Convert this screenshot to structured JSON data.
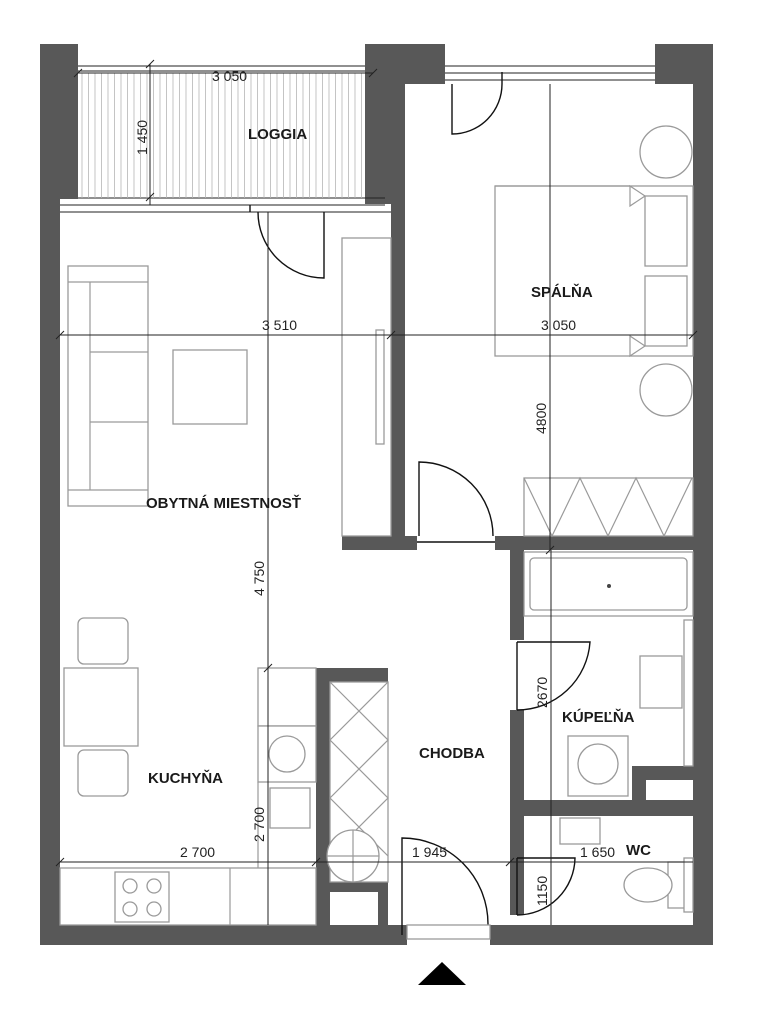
{
  "rooms": {
    "loggia": "LOGGIA",
    "bedroom": "SPÁLŇA",
    "living": "OBYTNÁ MIESTNOSŤ",
    "kitchen": "KUCHYŇA",
    "hallway": "CHODBA",
    "bathroom": "KÚPEĽŇA",
    "wc": "WC"
  },
  "dimensions": {
    "loggia_width": "3 050",
    "loggia_depth": "1 450",
    "living_width": "3 510",
    "bedroom_width": "3 050",
    "bedroom_length": "4800",
    "living_length": "4 750",
    "kitchen_width": "2 700",
    "kitchen_length": "2 700",
    "hall_width": "1 945",
    "bath_length": "2670",
    "wc_width": "1 650",
    "wc_length": "1150"
  },
  "colors": {
    "wall": "#585858",
    "line": "#222222",
    "furniture": "#9a9a9a"
  },
  "icons": {
    "entrance": "entrance-arrow-icon"
  }
}
